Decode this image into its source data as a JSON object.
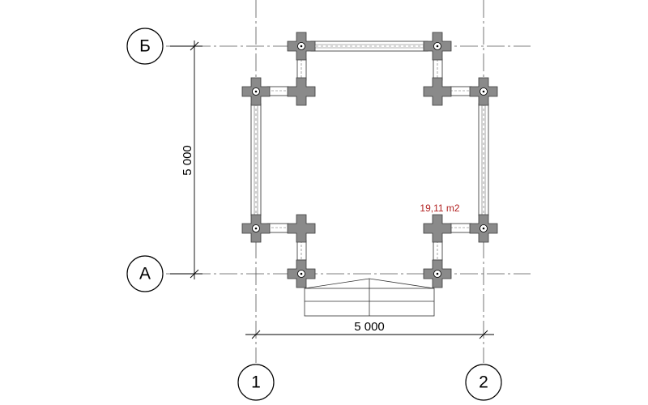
{
  "grid_axes": {
    "rows": [
      {
        "id": "row-b",
        "label": "Б"
      },
      {
        "id": "row-a",
        "label": "А"
      }
    ],
    "columns": [
      {
        "id": "col-1",
        "label": "1"
      },
      {
        "id": "col-2",
        "label": "2"
      }
    ]
  },
  "dimensions": {
    "vertical": "5 000",
    "horizontal": "5 000"
  },
  "room": {
    "area_label": "19,11 m2"
  },
  "colors": {
    "log_fill": "#8a8a8a",
    "area_text": "#b22222",
    "lines": "#000000"
  }
}
